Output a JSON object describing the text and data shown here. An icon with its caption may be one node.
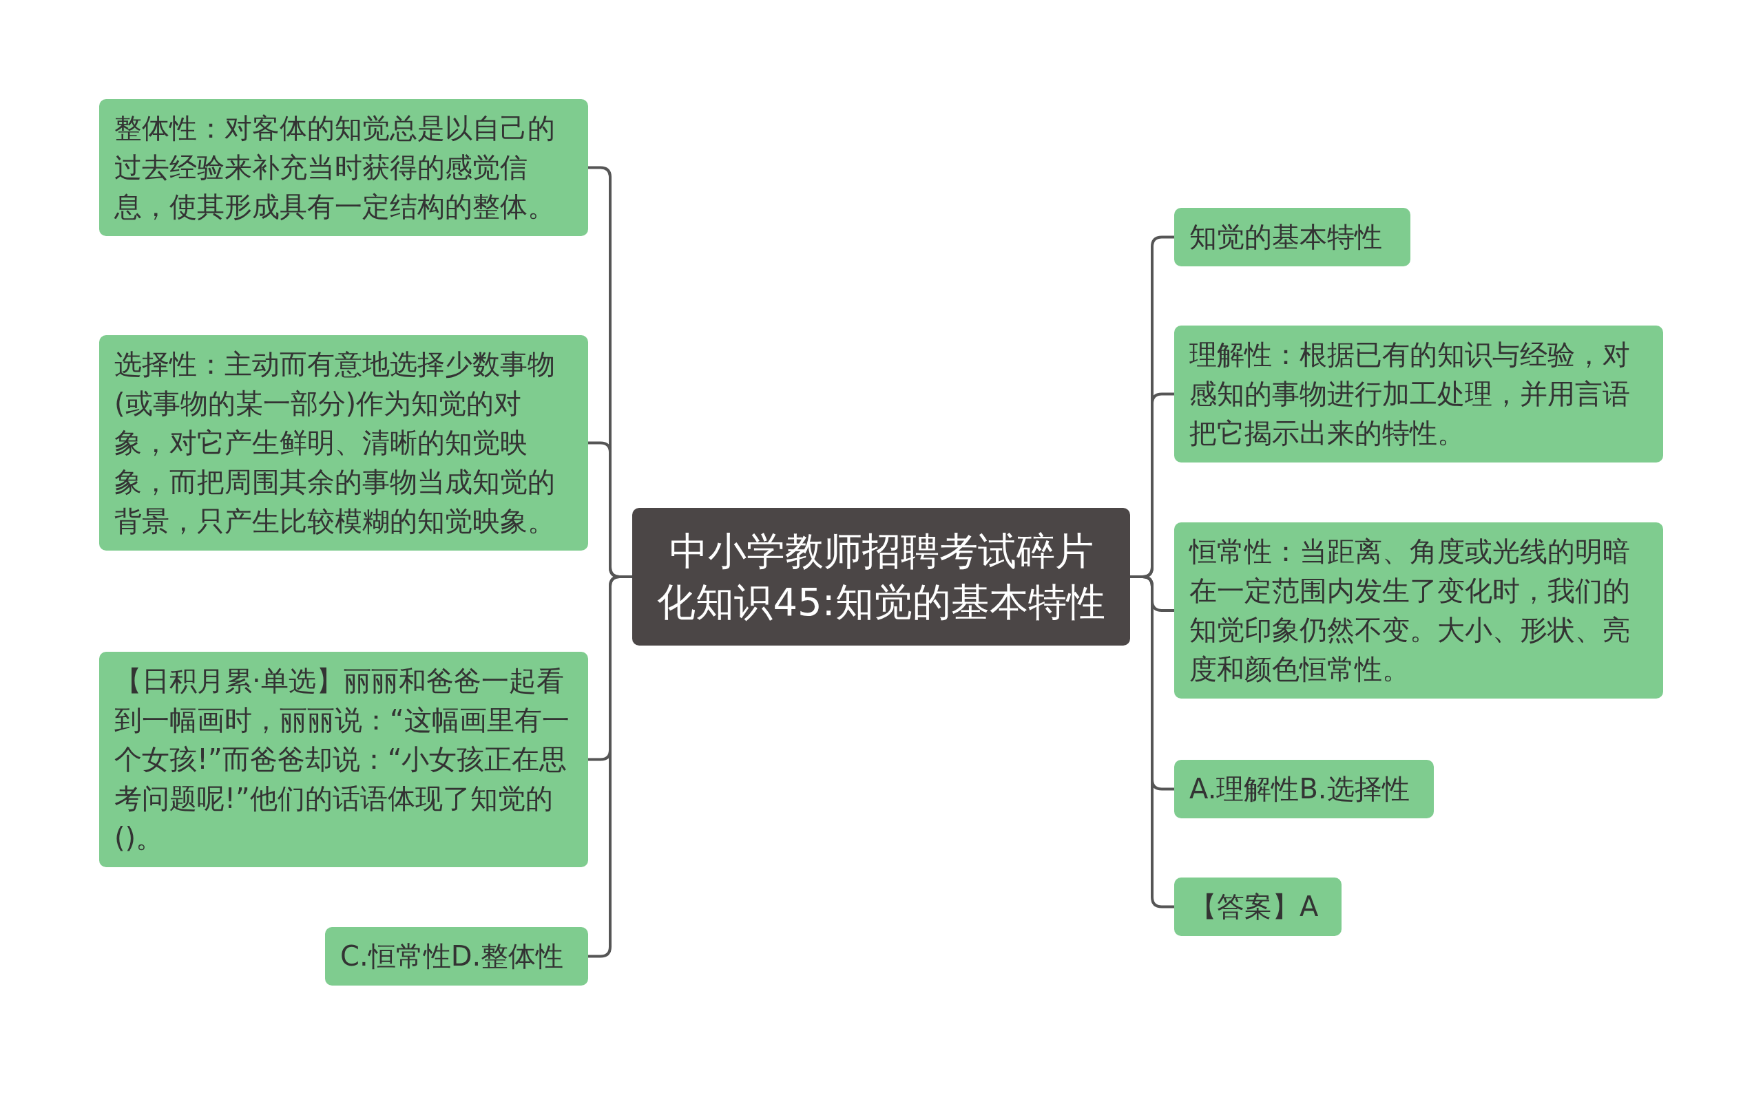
{
  "diagram": {
    "nodes": [
      {
        "text": [
          "中小学教师招聘考试碎片化知识45:知觉的基本特性"
        ]
      },
      {
        "text": [
          "整体性：对客体的知觉总是以自己的过去经验来补充当时获得的感觉信息，使其形成具有一定结构的整体。"
        ]
      },
      {
        "text": [
          "选择性：主动而有意地选择少数事物(或事物的某一部分)作为知觉的对象，对它产生鲜明、清晰的知觉映象，而把周围其余的事物当成知觉的背景，只产生比较模糊的知觉映象。"
        ]
      },
      {
        "text": [
          "【日积月累·单选】丽丽和爸爸一起看到一幅画时，丽丽说：“这幅画里有一个女孩!”而爸爸却说：“小女孩正在思考问题呢!”他们的话语体现了知觉的()。"
        ]
      },
      {
        "text": [
          "C.恒常性D.整体性"
        ]
      },
      {
        "text": [
          "知觉的基本特性"
        ]
      },
      {
        "text": [
          "理解性：根据已有的知识与经验，对感知的事物进行加工处理，并用言语把它揭示出来的特性。"
        ]
      },
      {
        "text": [
          "恒常性：当距离、角度或光线的明暗在一定范围内发生了变化时，我们的知觉印象仍然不变。大小、形状、亮度和颜色恒常性。"
        ]
      },
      {
        "text": [
          "A.理解性B.选择性"
        ]
      },
      {
        "text": [
          "【答案】A"
        ]
      }
    ],
    "edges": [
      {
        "from": 0,
        "to": 1,
        "arrow": "none"
      },
      {
        "from": 0,
        "to": 2,
        "arrow": "none"
      },
      {
        "from": 0,
        "to": 3,
        "arrow": "none"
      },
      {
        "from": 0,
        "to": 4,
        "arrow": "none"
      },
      {
        "from": 0,
        "to": 5,
        "arrow": "none"
      },
      {
        "from": 0,
        "to": 6,
        "arrow": "none"
      },
      {
        "from": 0,
        "to": 7,
        "arrow": "none"
      },
      {
        "from": 0,
        "to": 8,
        "arrow": "none"
      },
      {
        "from": 0,
        "to": 9,
        "arrow": "none"
      }
    ]
  }
}
